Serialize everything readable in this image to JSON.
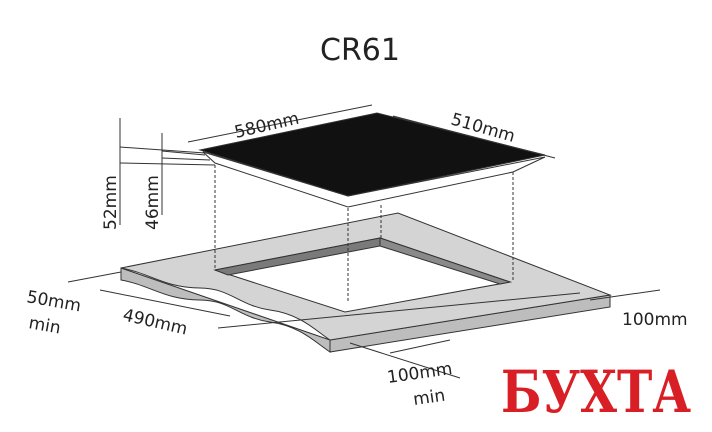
{
  "title": "CR61",
  "dimensions": {
    "width": "580mm",
    "depth": "510mm",
    "height_total": "52mm",
    "height_body": "46mm",
    "side_clearance": "50mm",
    "side_clearance_note": "min",
    "cutout_depth": "490mm",
    "back_clearance": "100mm",
    "front_clearance": "100mm",
    "front_clearance_note": "min"
  },
  "watermark": "БУХТА",
  "colors": {
    "hob": "#111111",
    "counter": "#d4d4d4",
    "counter_edge": "#bdbdbd",
    "cutout_wall": "#7a7a7a",
    "watermark": "#d81f26"
  }
}
